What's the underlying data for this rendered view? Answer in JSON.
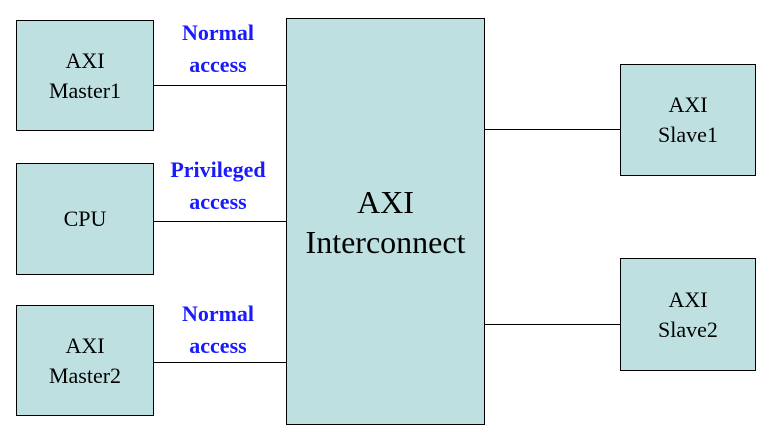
{
  "colors": {
    "block_fill": "#bfe0e1",
    "access_text": "#1a1aff",
    "line": "#000000"
  },
  "masters": {
    "master1": {
      "line1": "AXI",
      "line2": "Master1"
    },
    "cpu": {
      "line1": "CPU"
    },
    "master2": {
      "line1": "AXI",
      "line2": "Master2"
    }
  },
  "interconnect": {
    "line1": "AXI",
    "line2": "Interconnect"
  },
  "slaves": {
    "slave1": {
      "line1": "AXI",
      "line2": "Slave1"
    },
    "slave2": {
      "line1": "AXI",
      "line2": "Slave2"
    }
  },
  "access_labels": {
    "top": {
      "line1": "Normal",
      "line2": "access"
    },
    "middle": {
      "line1": "Privileged",
      "line2": "access"
    },
    "bottom": {
      "line1": "Normal",
      "line2": "access"
    }
  }
}
